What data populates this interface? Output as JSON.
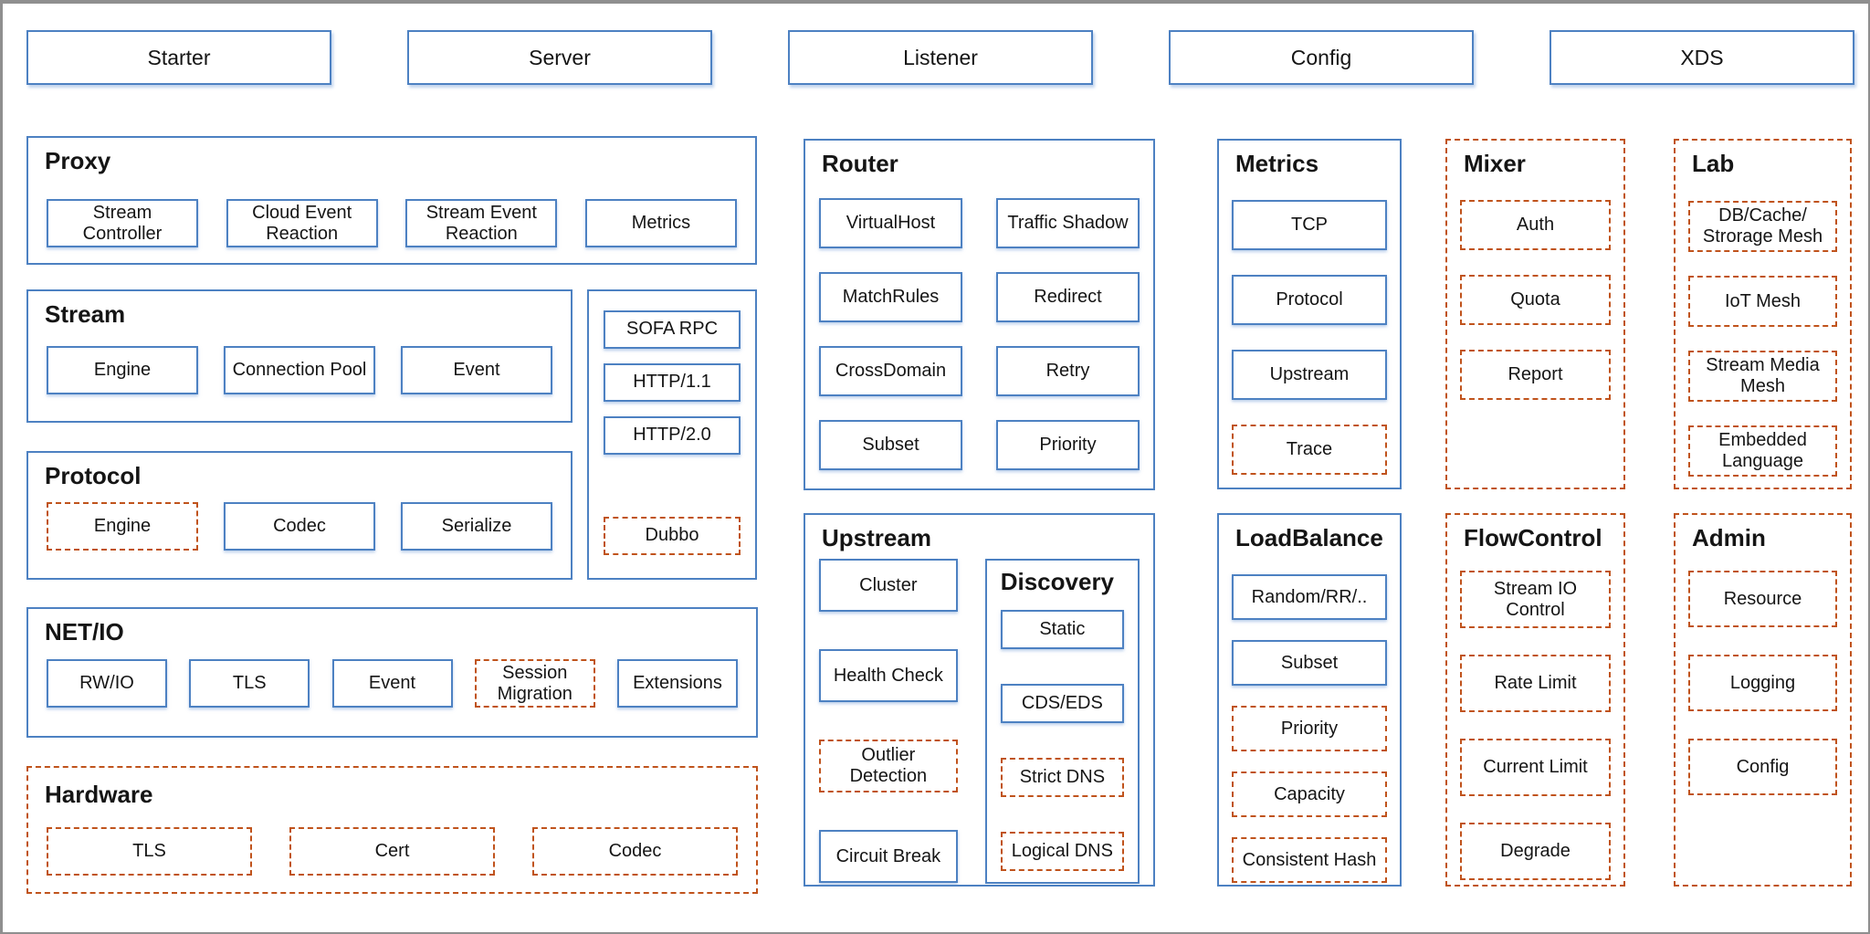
{
  "colors": {
    "solid_border": "#4d81c2",
    "dashed_border": "#c0531c",
    "frame_border": "#8f8f8f",
    "background": "#ffffff",
    "text": "#151515"
  },
  "top_tabs": [
    {
      "label": "Starter"
    },
    {
      "label": "Server"
    },
    {
      "label": "Listener"
    },
    {
      "label": "Config"
    },
    {
      "label": "XDS"
    }
  ],
  "sections": [
    {
      "id": "proxy",
      "title": "Proxy",
      "border": "solid",
      "items": [
        {
          "label": "Stream Controller",
          "border": "solid"
        },
        {
          "label": "Cloud Event Reaction",
          "border": "solid"
        },
        {
          "label": "Stream Event Reaction",
          "border": "solid"
        },
        {
          "label": "Metrics",
          "border": "solid"
        }
      ]
    },
    {
      "id": "stream",
      "title": "Stream",
      "border": "solid",
      "items": [
        {
          "label": "Engine",
          "border": "solid"
        },
        {
          "label": "Connection Pool",
          "border": "solid"
        },
        {
          "label": "Event",
          "border": "solid"
        }
      ]
    },
    {
      "id": "protocol-stack",
      "title": "",
      "border": "solid",
      "items": [
        {
          "label": "SOFA RPC",
          "border": "solid"
        },
        {
          "label": "HTTP/1.1",
          "border": "solid"
        },
        {
          "label": "HTTP/2.0",
          "border": "solid"
        },
        {
          "label": "Dubbo",
          "border": "dashed"
        }
      ]
    },
    {
      "id": "protocol",
      "title": "Protocol",
      "border": "solid",
      "items": [
        {
          "label": "Engine",
          "border": "dashed"
        },
        {
          "label": "Codec",
          "border": "solid"
        },
        {
          "label": "Serialize",
          "border": "solid"
        }
      ]
    },
    {
      "id": "netio",
      "title": "NET/IO",
      "border": "solid",
      "items": [
        {
          "label": "RW/IO",
          "border": "solid"
        },
        {
          "label": "TLS",
          "border": "solid"
        },
        {
          "label": "Event",
          "border": "solid"
        },
        {
          "label": "Session Migration",
          "border": "dashed"
        },
        {
          "label": "Extensions",
          "border": "solid"
        }
      ]
    },
    {
      "id": "hardware",
      "title": "Hardware",
      "border": "dashed",
      "items": [
        {
          "label": "TLS",
          "border": "dashed"
        },
        {
          "label": "Cert",
          "border": "dashed"
        },
        {
          "label": "Codec",
          "border": "dashed"
        }
      ]
    },
    {
      "id": "router",
      "title": "Router",
      "border": "solid",
      "items": [
        {
          "label": "VirtualHost",
          "border": "solid"
        },
        {
          "label": "Traffic Shadow",
          "border": "solid"
        },
        {
          "label": "MatchRules",
          "border": "solid"
        },
        {
          "label": "Redirect",
          "border": "solid"
        },
        {
          "label": "CrossDomain",
          "border": "solid"
        },
        {
          "label": "Retry",
          "border": "solid"
        },
        {
          "label": "Subset",
          "border": "solid"
        },
        {
          "label": "Priority",
          "border": "solid"
        }
      ]
    },
    {
      "id": "upstream",
      "title": "Upstream",
      "border": "solid",
      "items": [
        {
          "label": "Cluster",
          "border": "solid"
        },
        {
          "label": "Health Check",
          "border": "solid"
        },
        {
          "label": "Outlier Detection",
          "border": "dashed"
        },
        {
          "label": "Circuit Break",
          "border": "solid"
        }
      ],
      "subsection": {
        "id": "discovery",
        "title": "Discovery",
        "border": "solid",
        "items": [
          {
            "label": "Static",
            "border": "solid"
          },
          {
            "label": "CDS/EDS",
            "border": "solid"
          },
          {
            "label": "Strict DNS",
            "border": "dashed"
          },
          {
            "label": "Logical DNS",
            "border": "dashed"
          }
        ]
      }
    },
    {
      "id": "metrics",
      "title": "Metrics",
      "border": "solid",
      "items": [
        {
          "label": "TCP",
          "border": "solid"
        },
        {
          "label": "Protocol",
          "border": "solid"
        },
        {
          "label": "Upstream",
          "border": "solid"
        },
        {
          "label": "Trace",
          "border": "dashed"
        }
      ]
    },
    {
      "id": "loadbalance",
      "title": "LoadBalance",
      "border": "solid",
      "items": [
        {
          "label": "Random/RR/..",
          "border": "solid"
        },
        {
          "label": "Subset",
          "border": "solid"
        },
        {
          "label": "Priority",
          "border": "dashed"
        },
        {
          "label": "Capacity",
          "border": "dashed"
        },
        {
          "label": "Consistent Hash",
          "border": "dashed"
        }
      ]
    },
    {
      "id": "mixer",
      "title": "Mixer",
      "border": "dashed",
      "items": [
        {
          "label": "Auth",
          "border": "dashed"
        },
        {
          "label": "Quota",
          "border": "dashed"
        },
        {
          "label": "Report",
          "border": "dashed"
        }
      ]
    },
    {
      "id": "flowcontrol",
      "title": "FlowControl",
      "border": "dashed",
      "items": [
        {
          "label": "Stream IO Control",
          "border": "dashed"
        },
        {
          "label": "Rate Limit",
          "border": "dashed"
        },
        {
          "label": "Current Limit",
          "border": "dashed"
        },
        {
          "label": "Degrade",
          "border": "dashed"
        }
      ]
    },
    {
      "id": "lab",
      "title": "Lab",
      "border": "dashed",
      "items": [
        {
          "label": "DB/Cache/ Strorage Mesh",
          "border": "dashed"
        },
        {
          "label": "IoT Mesh",
          "border": "dashed"
        },
        {
          "label": "Stream Media Mesh",
          "border": "dashed"
        },
        {
          "label": "Embedded Language",
          "border": "dashed"
        }
      ]
    },
    {
      "id": "admin",
      "title": "Admin",
      "border": "dashed",
      "items": [
        {
          "label": "Resource",
          "border": "dashed"
        },
        {
          "label": "Logging",
          "border": "dashed"
        },
        {
          "label": "Config",
          "border": "dashed"
        }
      ]
    }
  ]
}
